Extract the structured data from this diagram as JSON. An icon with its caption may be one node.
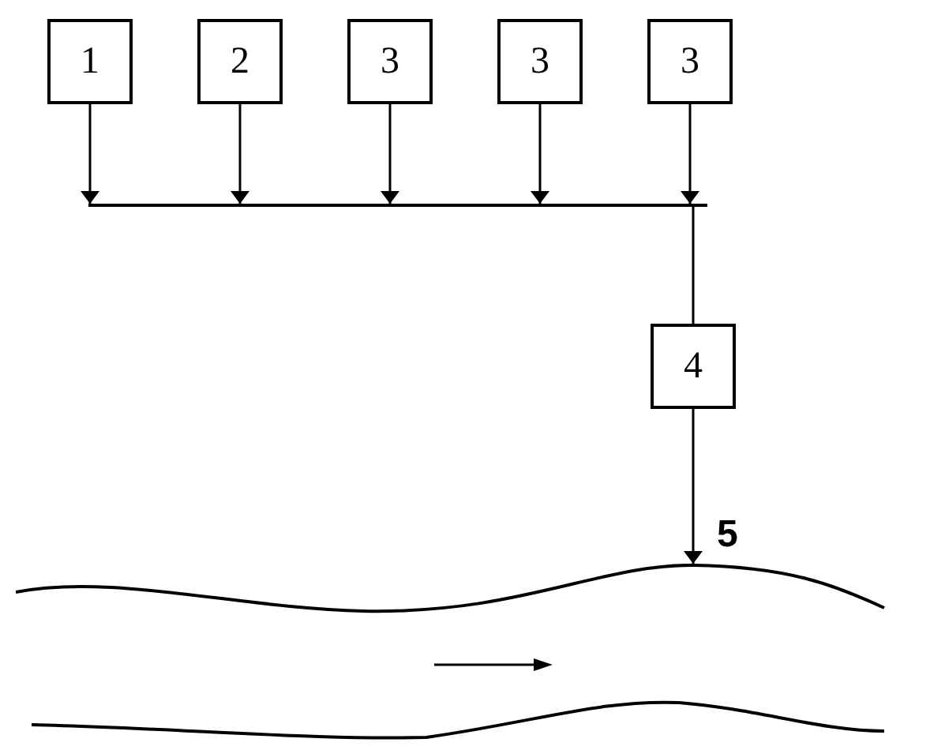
{
  "diagram": {
    "nodes": [
      {
        "text": [
          "1"
        ]
      },
      {
        "text": [
          "2"
        ]
      },
      {
        "text": [
          "3"
        ]
      },
      {
        "text": [
          "3"
        ]
      },
      {
        "text": [
          "3"
        ]
      },
      {
        "text": [],
        "shape": "bar"
      },
      {
        "text": [
          "4"
        ]
      },
      {
        "text": [],
        "shape": "picture"
      }
    ],
    "edges": [
      {
        "from": 0,
        "to": 5,
        "arrow": "to"
      },
      {
        "from": 1,
        "to": 5,
        "arrow": "to"
      },
      {
        "from": 2,
        "to": 5,
        "arrow": "to"
      },
      {
        "from": 3,
        "to": 5,
        "arrow": "to"
      },
      {
        "from": 4,
        "to": 5,
        "arrow": "to"
      },
      {
        "from": 5,
        "to": 6,
        "arrow": "none"
      },
      {
        "from": 6,
        "to": 7,
        "arrow": "to"
      }
    ],
    "labels": [
      "5"
    ]
  }
}
